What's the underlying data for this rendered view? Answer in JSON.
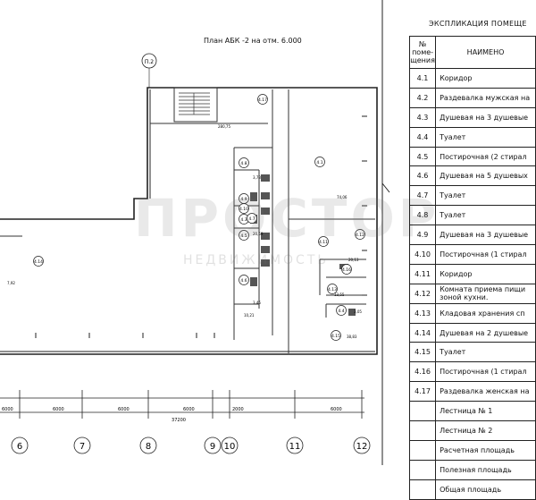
{
  "plan": {
    "title": "План  АБК -2 на отм. 6.000",
    "axis_ref": "П.2",
    "rooms": [
      {
        "id": "4.17",
        "area": "280,75"
      },
      {
        "id": "4.1",
        "area": "74,06"
      },
      {
        "id": "4.15",
        "area": "38,83"
      },
      {
        "id": "4.11",
        "area": ""
      },
      {
        "id": "4.16",
        "area": "20,13"
      },
      {
        "id": "4.13",
        "area": "13,55"
      },
      {
        "id": "4.12",
        "area": ""
      },
      {
        "id": "4.9",
        "area": "20,59"
      },
      {
        "id": "4.10",
        "area": "3,73"
      },
      {
        "id": "4.3",
        "area": ""
      },
      {
        "id": "4.5",
        "area": "3,45"
      },
      {
        "id": "4.6",
        "area": "10,21"
      },
      {
        "id": "4.8",
        "area": ""
      },
      {
        "id": "4.7",
        "area": ""
      },
      {
        "id": "4.4",
        "area": "3,05"
      },
      {
        "id": "4.14",
        "area": "7,92"
      }
    ],
    "dims": [
      "6000",
      "6000",
      "6000",
      "6000",
      "2000",
      "6000"
    ],
    "total_dim": "37200",
    "axes": [
      "6",
      "7",
      "8",
      "9",
      "10",
      "11",
      "12"
    ]
  },
  "watermark": {
    "main": "ПРОСТОР",
    "sub": "НЕДВИЖИМОСТЬ"
  },
  "explication": {
    "title": "ЭКСПЛИКАЦИЯ ПОМЕЩЕ",
    "col_num": "№ поме-щения",
    "col_name": "НАИМЕНО",
    "rows": [
      {
        "num": "4.1",
        "name": "Коридор"
      },
      {
        "num": "4.2",
        "name": "Раздевалка мужская на"
      },
      {
        "num": "4.3",
        "name": "Душевая на 3 душевые"
      },
      {
        "num": "4.4",
        "name": "Туалет"
      },
      {
        "num": "4.5",
        "name": "Постирочная (2 стирал"
      },
      {
        "num": "4.6",
        "name": "Душевая на 5 душевых"
      },
      {
        "num": "4.7",
        "name": "Туалет"
      },
      {
        "num": "4.8",
        "name": "Туалет"
      },
      {
        "num": "4.9",
        "name": "Душевая на 3 душевые"
      },
      {
        "num": "4.10",
        "name": "Постирочная (1 стирал"
      },
      {
        "num": "4.11",
        "name": "Коридор"
      },
      {
        "num": "4.12",
        "name": "Комната приема пищи зоной кухни."
      },
      {
        "num": "4.13",
        "name": "Кладовая  хранения сп"
      },
      {
        "num": "4.14",
        "name": "Душевая на 2 душевые"
      },
      {
        "num": "4.15",
        "name": "Туалет"
      },
      {
        "num": "4.16",
        "name": "Постирочная (1 стирал"
      },
      {
        "num": "4.17",
        "name": "Раздевалка женская  на"
      },
      {
        "num": "",
        "name": "Лестница № 1"
      },
      {
        "num": "",
        "name": "Лестница № 2"
      },
      {
        "num": "",
        "name": "Расчетная площадь"
      },
      {
        "num": "",
        "name": "Полезная площадь"
      },
      {
        "num": "",
        "name": "Общая площадь"
      }
    ]
  }
}
